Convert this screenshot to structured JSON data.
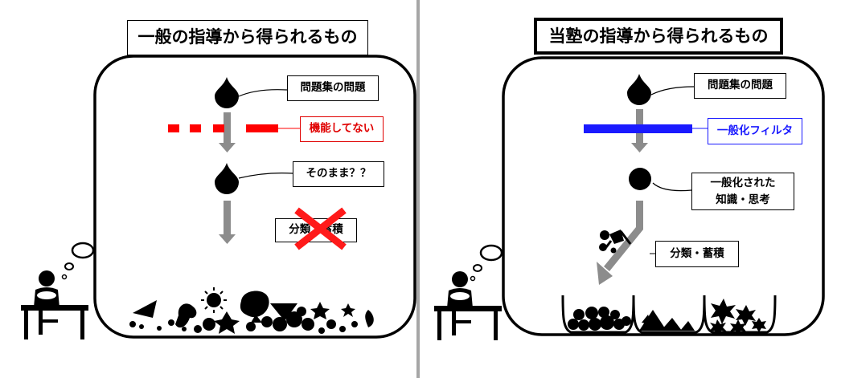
{
  "left_panel": {
    "title": "一般の指導から得られるもの",
    "problem_label": "問題集の問題",
    "not_working_label": "機能してない",
    "as_is_label": "そのまま？？",
    "classify_label": "分類・蓄積"
  },
  "right_panel": {
    "title": "当塾の指導から得られるもの",
    "problem_label": "問題集の問題",
    "filter_label": "一般化フィルタ",
    "knowledge_line1": "一般化された",
    "knowledge_line2": "知識・思考",
    "classify_label": "分類・蓄積"
  },
  "colors": {
    "filter_left": "#ff0000",
    "filter_right": "#1a1aff",
    "arrow": "#8c8c8c",
    "cross": "#ff0000"
  }
}
